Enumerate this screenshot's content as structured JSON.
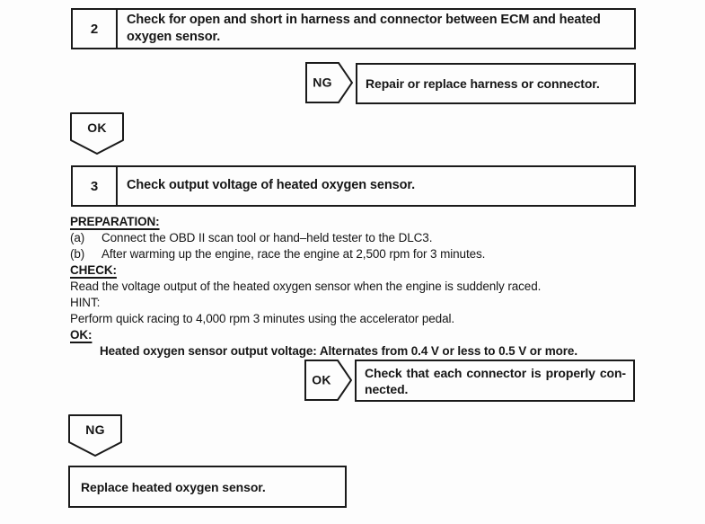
{
  "colors": {
    "ink": "#1a1a1a",
    "paper": "#fdfdfd"
  },
  "steps": {
    "step2": {
      "number": "2",
      "title": "Check for open and short in harness and connector between ECM and heated oxygen sensor."
    },
    "step3": {
      "number": "3",
      "title": "Check output voltage of heated oxygen sensor."
    }
  },
  "branches": {
    "ng_step2": {
      "label": "NG",
      "action": "Repair or replace harness or connector."
    },
    "ok_step2": {
      "label": "OK"
    },
    "ok_step3": {
      "label": "OK",
      "action_line1": "Check that each connector is properly con-",
      "action_line2": "nected."
    },
    "ng_step3": {
      "label": "NG"
    },
    "final_action": "Replace heated oxygen sensor."
  },
  "details": {
    "preparation_heading": "PREPARATION:",
    "prep_items": [
      {
        "marker": "(a)",
        "text": "Connect the OBD II scan tool or hand–held tester to the DLC3."
      },
      {
        "marker": "(b)",
        "text": "After warming up the engine, race the engine at 2,500 rpm for 3 minutes."
      }
    ],
    "check_heading": "CHECK:",
    "check_text": "Read the voltage output of the heated oxygen sensor when the engine is suddenly raced.",
    "hint_heading": "HINT:",
    "hint_text": "Perform quick racing to 4,000 rpm 3 minutes using the accelerator pedal.",
    "ok_heading": "OK:",
    "ok_spec": "Heated oxygen sensor output voltage: Alternates from 0.4 V or less to 0.5 V or more."
  }
}
